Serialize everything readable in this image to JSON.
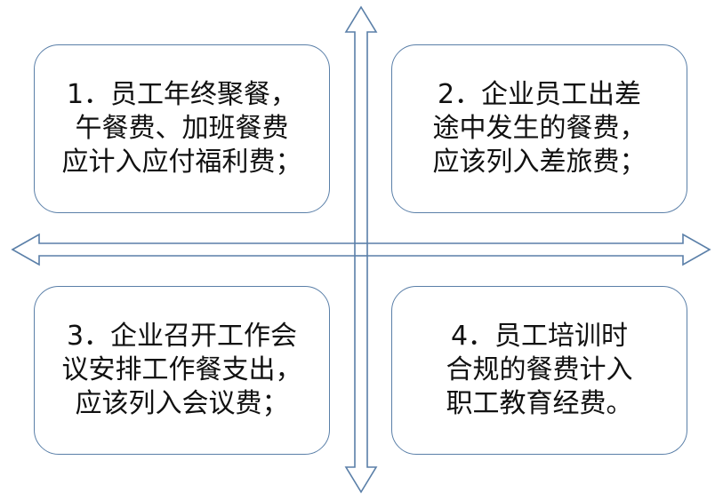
{
  "quadrants": [
    {
      "lines": [
        "1．员工年终聚餐，",
        "午餐费、加班餐费",
        "应计入应付福利费；"
      ]
    },
    {
      "lines": [
        "2．企业员工出差",
        "途中发生的餐费，",
        "应该列入差旅费；"
      ]
    },
    {
      "lines": [
        "3．企业召开工作会",
        "议安排工作餐支出，",
        "应该列入会议费；"
      ]
    },
    {
      "lines": [
        "4．员工培训时",
        "合规的餐费计入",
        "职工教育经费。"
      ]
    }
  ],
  "colors": {
    "border": "#5a7fa8",
    "arrow_stroke": "#5a7fa8",
    "arrow_fill": "#ffffff",
    "text": "#111111"
  }
}
